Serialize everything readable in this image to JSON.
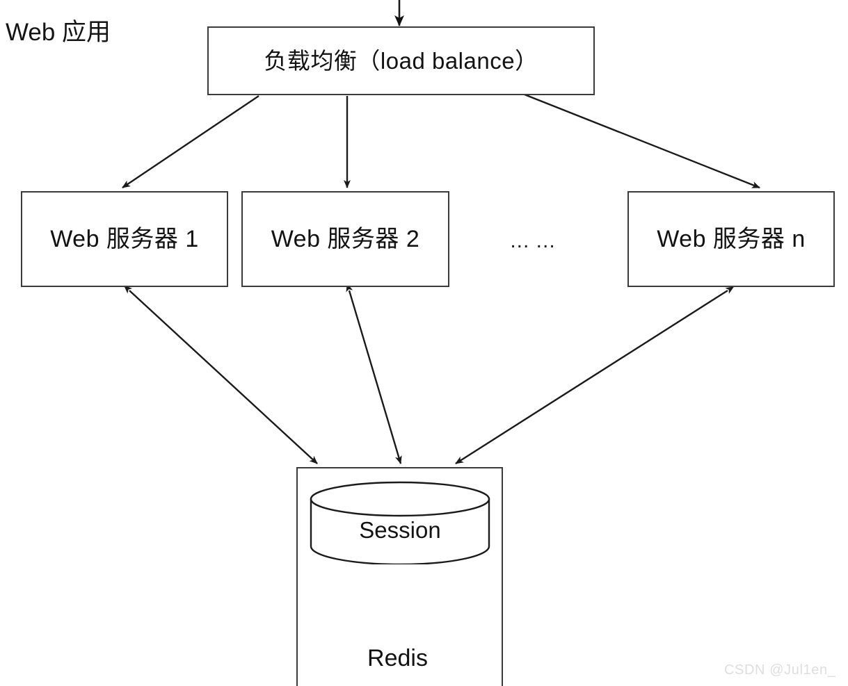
{
  "diagram": {
    "title": "Web 应用",
    "background_color": "#ffffff",
    "stroke_color": "#3a3a3a",
    "text_color": "#121212"
  },
  "nodes": {
    "load_balancer": {
      "label": "负载均衡（load balance）"
    },
    "web_server_1": {
      "label": "Web 服务器 1"
    },
    "web_server_2": {
      "label": "Web 服务器 2"
    },
    "web_server_n": {
      "label": "Web 服务器 n"
    },
    "ellipsis": {
      "label": "... ..."
    },
    "redis": {
      "label": "Redis"
    },
    "session": {
      "label": "Session"
    }
  },
  "watermark": {
    "text": "CSDN @Jul1en_",
    "color": "#dedede"
  },
  "connections": [
    {
      "from": "incoming-traffic",
      "to": "load_balancer",
      "style": "single-arrow"
    },
    {
      "from": "load_balancer",
      "to": "web_server_1",
      "style": "single-arrow"
    },
    {
      "from": "load_balancer",
      "to": "web_server_2",
      "style": "single-arrow"
    },
    {
      "from": "load_balancer",
      "to": "web_server_n",
      "style": "single-arrow"
    },
    {
      "from": "web_server_1",
      "to": "redis",
      "style": "double-arrow"
    },
    {
      "from": "web_server_2",
      "to": "redis",
      "style": "double-arrow"
    },
    {
      "from": "web_server_n",
      "to": "redis",
      "style": "double-arrow"
    }
  ]
}
